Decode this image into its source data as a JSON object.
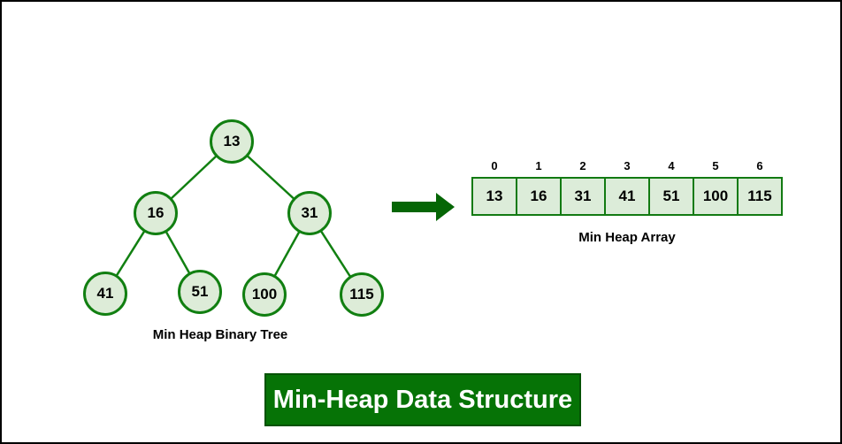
{
  "colors": {
    "canvas_border": "#000000",
    "node_fill": "#ddecd8",
    "node_border": "#117f11",
    "edge": "#118011",
    "cell_fill": "#dcecd9",
    "cell_border": "#127a12",
    "arrow": "#056605",
    "banner_bg": "#067306",
    "banner_text": "#ffffff",
    "text": "#000000"
  },
  "tree": {
    "label": "Min Heap Binary Tree",
    "nodes": [
      {
        "role": "root",
        "value": "13"
      },
      {
        "role": "left-child",
        "value": "16"
      },
      {
        "role": "right-child",
        "value": "31"
      },
      {
        "role": "leaf",
        "value": "41"
      },
      {
        "role": "leaf",
        "value": "51"
      },
      {
        "role": "leaf",
        "value": "100"
      },
      {
        "role": "leaf",
        "value": "115"
      }
    ]
  },
  "arrow": {
    "direction": "right"
  },
  "array": {
    "label": "Min Heap Array",
    "cells": [
      {
        "index": "0",
        "value": "13"
      },
      {
        "index": "1",
        "value": "16"
      },
      {
        "index": "2",
        "value": "31"
      },
      {
        "index": "3",
        "value": "41"
      },
      {
        "index": "4",
        "value": "51"
      },
      {
        "index": "5",
        "value": "100"
      },
      {
        "index": "6",
        "value": "115"
      }
    ]
  },
  "banner": {
    "title": "Min-Heap Data Structure"
  }
}
